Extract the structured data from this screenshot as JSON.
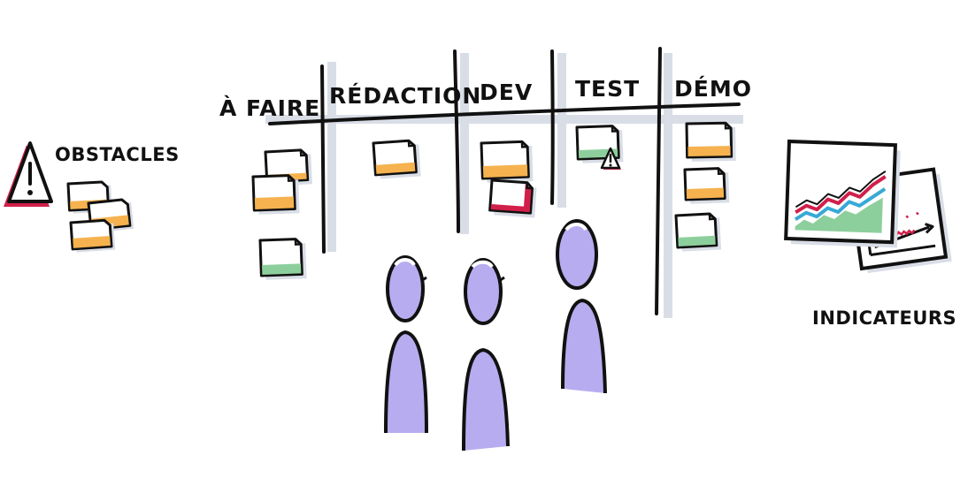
{
  "board": {
    "columns": [
      {
        "label": "À FAIRE"
      },
      {
        "label": "RÉDACTION"
      },
      {
        "label": "DEV"
      },
      {
        "label": "TEST"
      },
      {
        "label": "DÉMO"
      }
    ]
  },
  "obstacles": {
    "label": "OBSTACLES"
  },
  "indicators": {
    "label": "INDICATEURS"
  },
  "colors": {
    "ink": "#111111",
    "orange_note": "#f5b24f",
    "green_note": "#8dcf9c",
    "red_accent": "#d11f4a",
    "blue_line": "#38a9d6",
    "person_fill": "#b8acf0",
    "shadow": "#d9dde6"
  }
}
